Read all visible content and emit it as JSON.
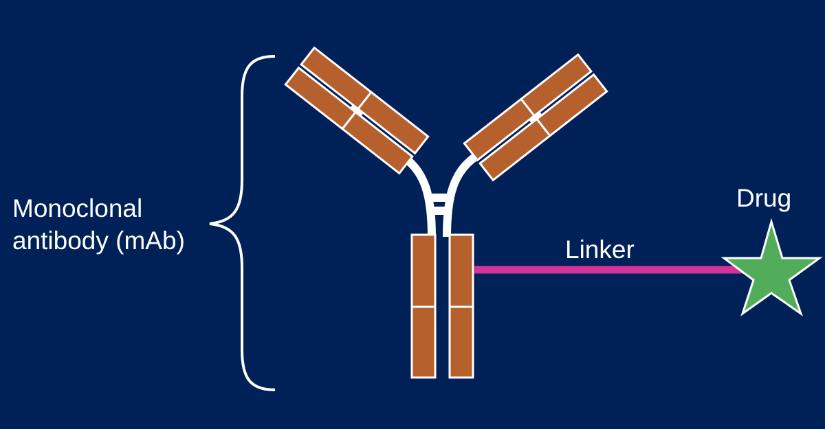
{
  "labels": {
    "mab_line1": "Monoclonal",
    "mab_line2": "antibody (mAb)",
    "linker": "Linker",
    "drug": "Drug"
  },
  "colors": {
    "background": "#002157",
    "domain_fill": "#b5602d",
    "outline": "#ffffff",
    "linker": "#d6339a",
    "drug": "#52ad5b"
  }
}
